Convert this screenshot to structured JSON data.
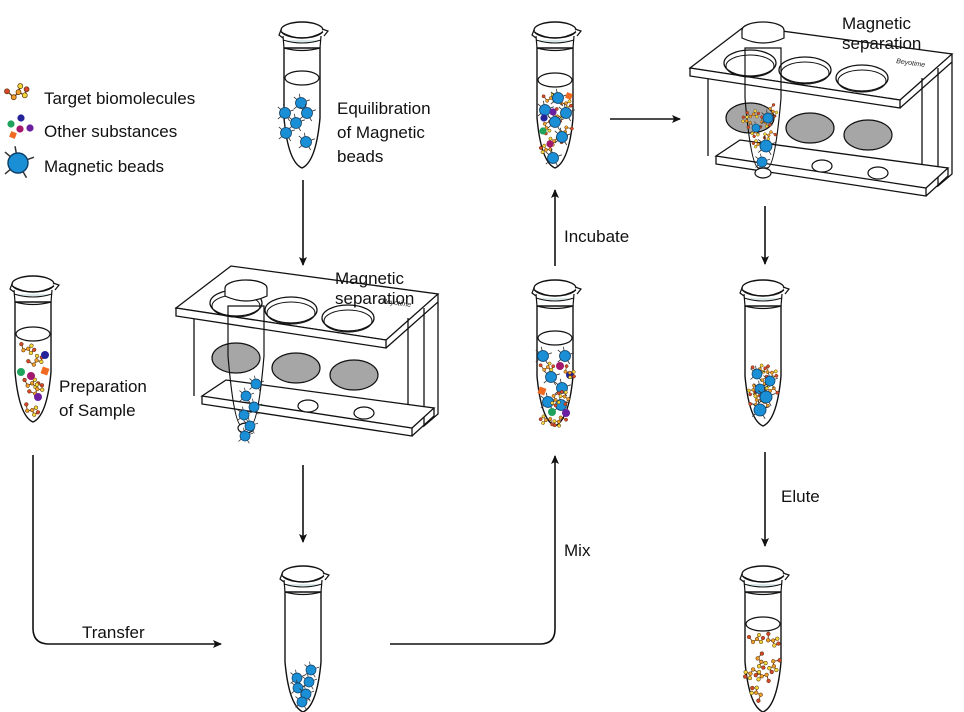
{
  "legend": {
    "items": [
      {
        "key": "target",
        "label": "Target biomolecules"
      },
      {
        "key": "other",
        "label": "Other substances"
      },
      {
        "key": "bead",
        "label": "Magnetic beads"
      }
    ]
  },
  "steps": {
    "equilibration": {
      "line1": "Equilibration",
      "line2": "of Magnetic",
      "line3": "beads"
    },
    "preparation": {
      "line1": "Preparation",
      "line2": "of Sample"
    },
    "separation_1": {
      "line1": "Magnetic",
      "line2": "separation"
    },
    "separation_2": {
      "line1": "Magnetic",
      "line2": "separation"
    }
  },
  "arrows": {
    "transfer": "Transfer",
    "mix": "Mix",
    "incubate": "Incubate",
    "elute": "Elute"
  },
  "rack_brand": "Beyotime",
  "colors": {
    "bead": "#1a8fd6",
    "target_red": "#d9462b",
    "target_orange": "#f0a02a",
    "target_yellow": "#f4d93a",
    "other_green": "#1fa35c",
    "other_navy": "#24239a",
    "other_magenta": "#a3186c",
    "other_purple": "#6a1fa0",
    "other_orange": "#f26a21",
    "magnet": "#a6a6a6",
    "line": "#111111"
  }
}
